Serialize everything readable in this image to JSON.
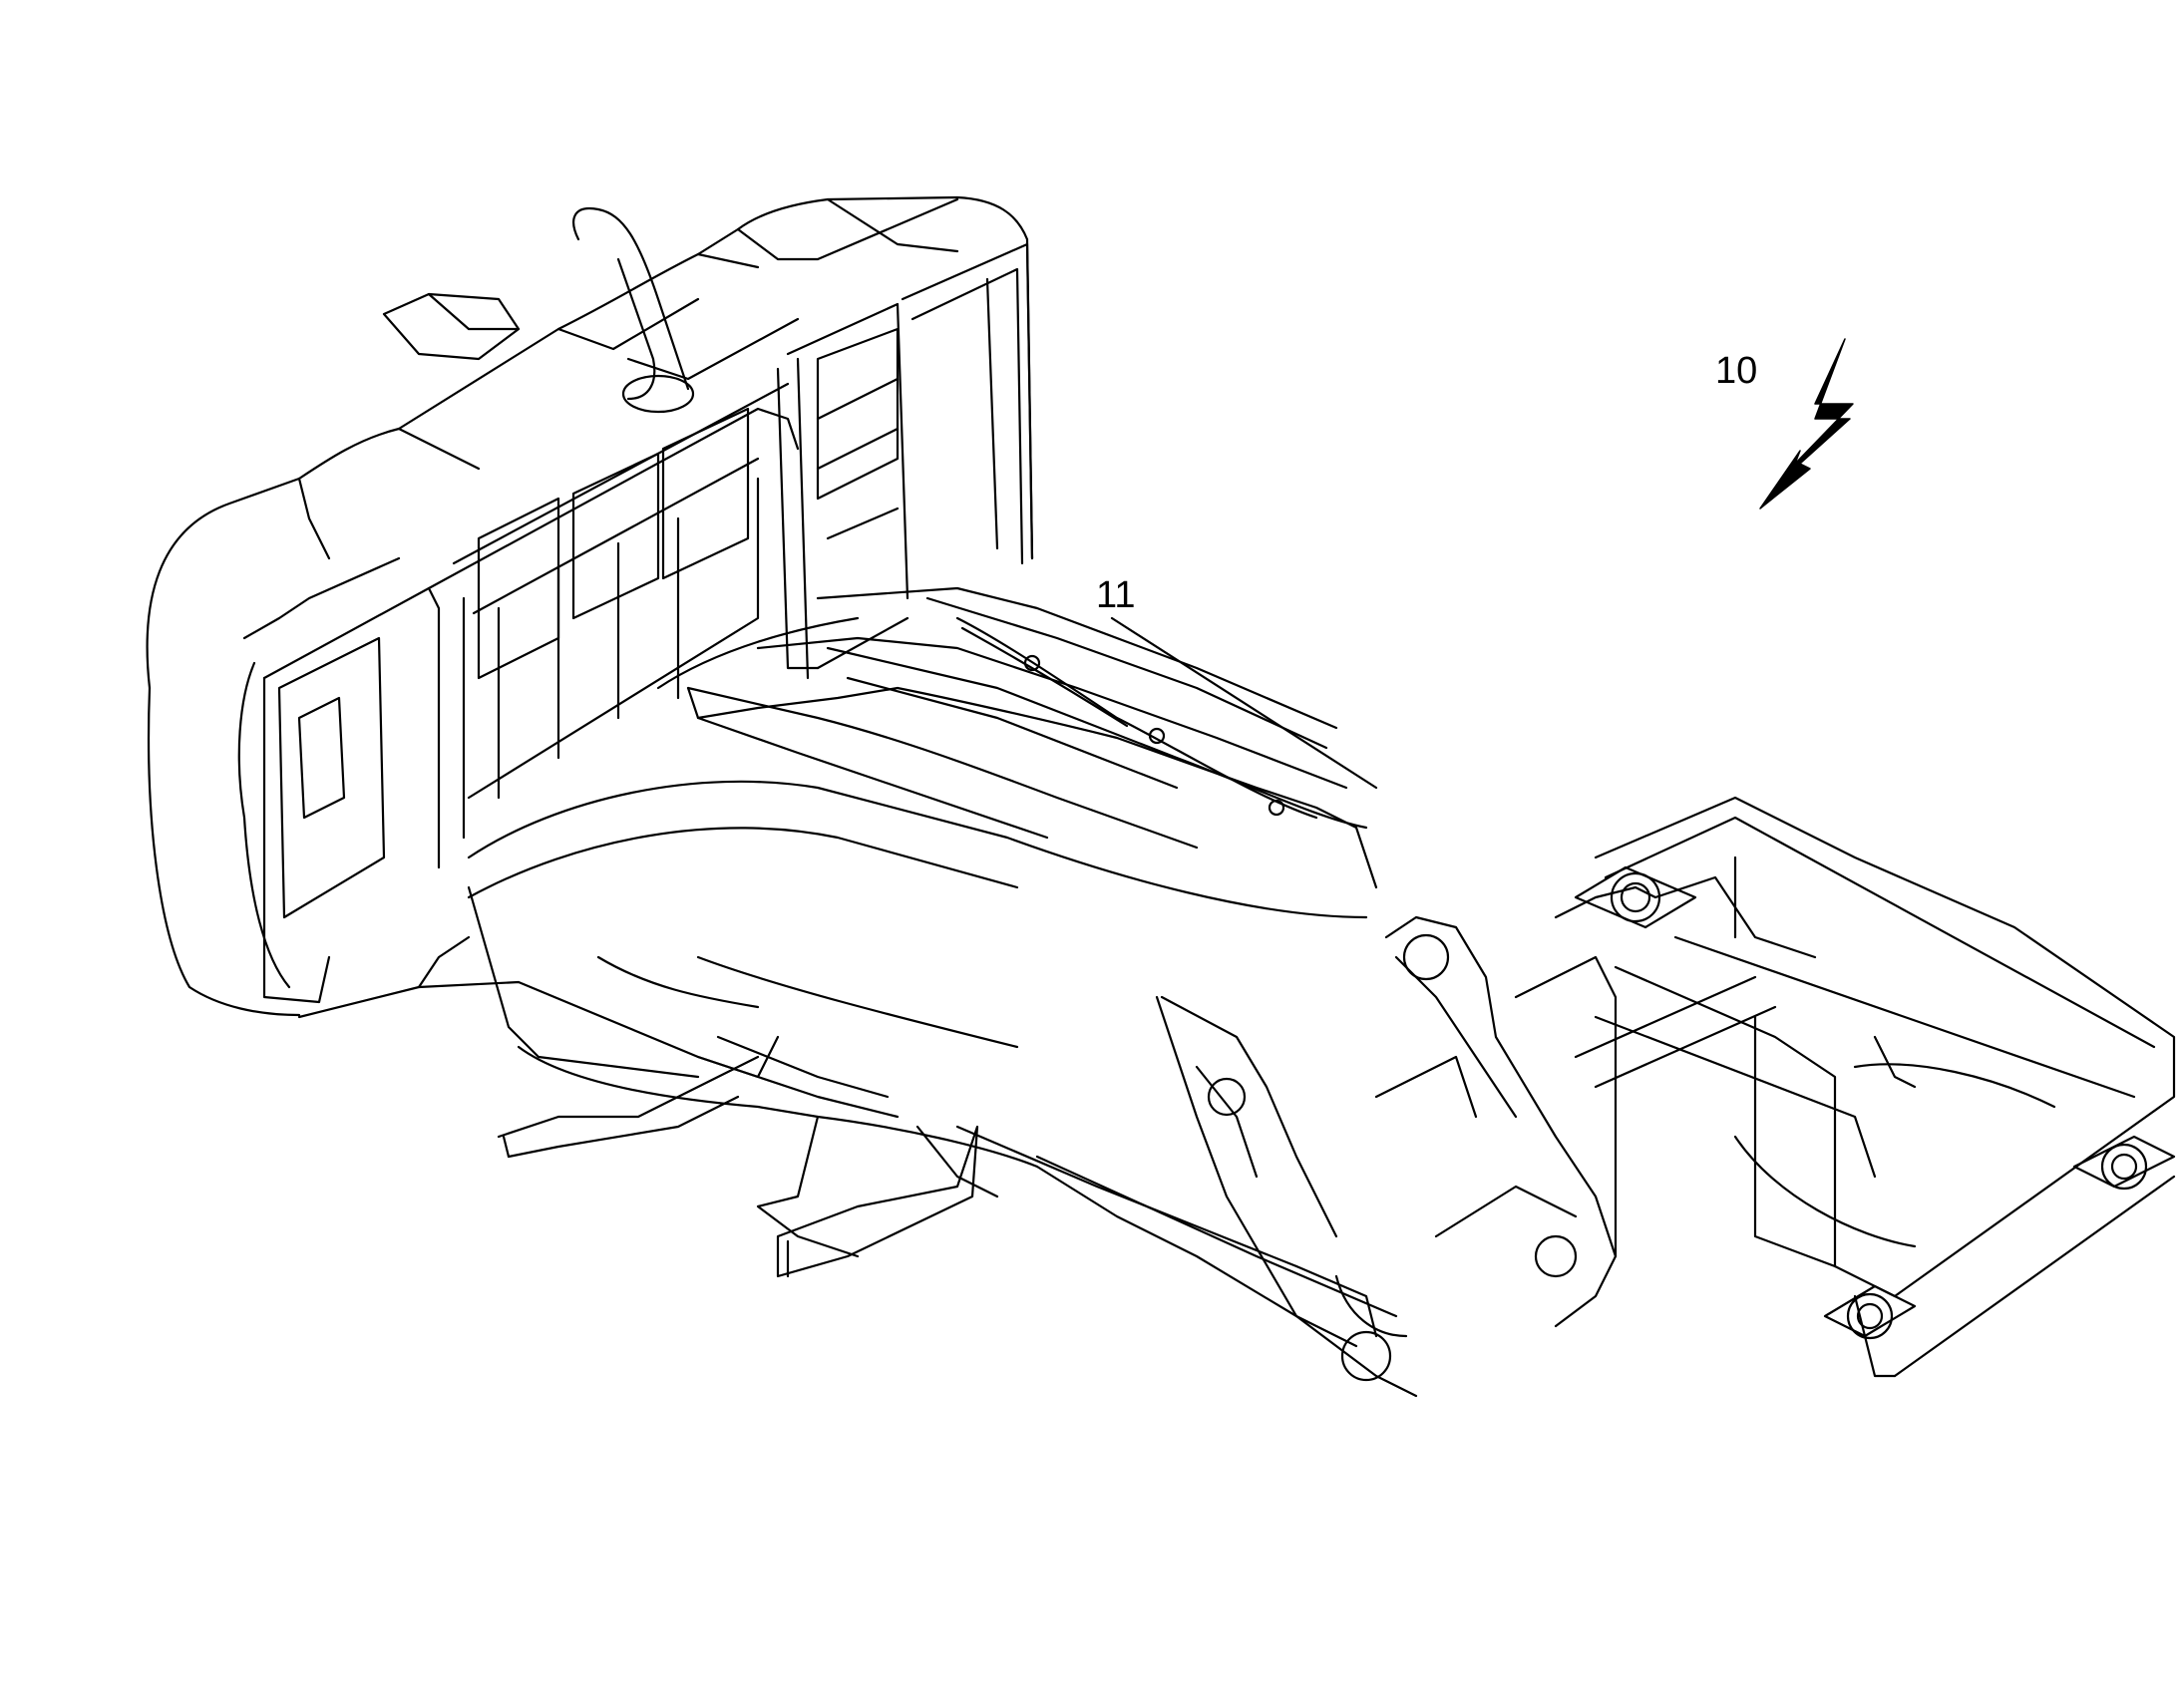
{
  "callouts": [
    {
      "id": "10",
      "label": "10"
    },
    {
      "id": "11",
      "label": "11"
    }
  ],
  "symbols": {
    "lightning": "lightning-bolt-icon"
  },
  "colors": {
    "line": "#000000",
    "background": "#ffffff"
  }
}
